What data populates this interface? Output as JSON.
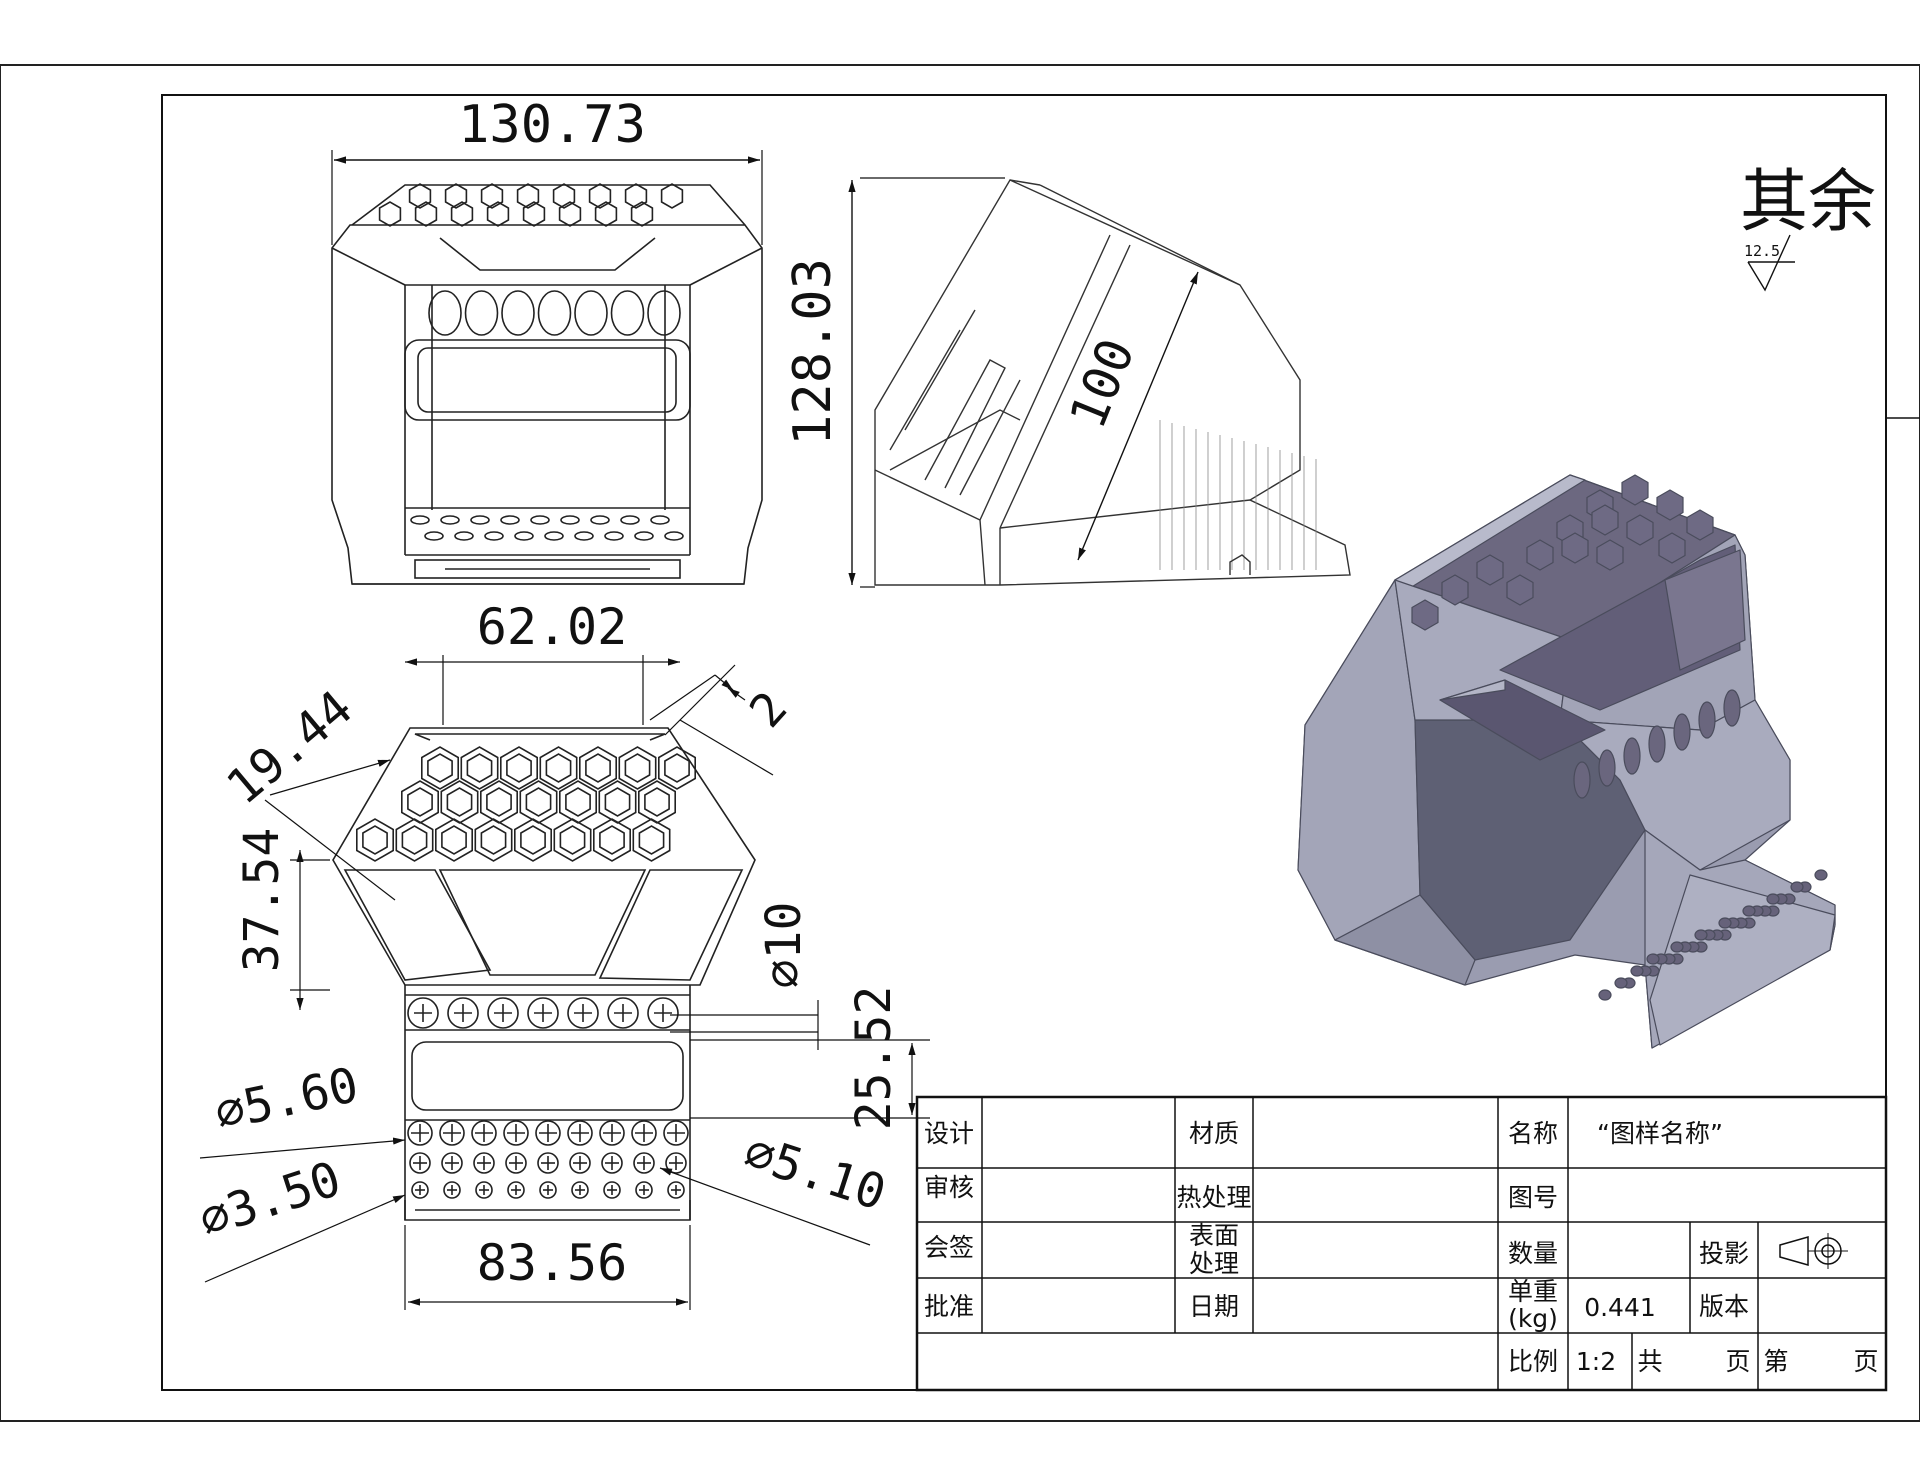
{
  "dimensions": {
    "front_width": "130.73",
    "side_height": "128.03",
    "side_slant": "100",
    "top_width": "62.02",
    "wall": "2",
    "pitch": "19.44",
    "depth": "37.54",
    "hole_10": "∅10",
    "row_offset": "25.52",
    "hole_560": "∅5.60",
    "hole_350": "∅3.50",
    "hole_510": "∅5.10",
    "bottom_width": "83.56"
  },
  "roughness": {
    "label": "其余",
    "value": "12.5"
  },
  "title_block": {
    "design": "设计",
    "material": "材质",
    "name_label": "名称",
    "name_value": "“图样名称”",
    "review": "审核",
    "heat": "热处理",
    "drawing_no": "图号",
    "sign": "会签",
    "surface_1": "表面",
    "surface_2": "处理",
    "quantity": "数量",
    "projection": "投影",
    "approve": "批准",
    "date": "日期",
    "weight_1": "单重",
    "weight_2": "(kg)",
    "weight_value": "0.441",
    "version": "版本",
    "scale": "比例",
    "scale_value": "1:2",
    "total": "共",
    "page": "页",
    "sheet": "第",
    "page2": "页"
  },
  "colors": {
    "line": "#111111",
    "model_light": "#a7a9bc",
    "model_mid": "#8a8ca3",
    "model_dark": "#5c5e72",
    "model_inner": "#6b6780"
  }
}
